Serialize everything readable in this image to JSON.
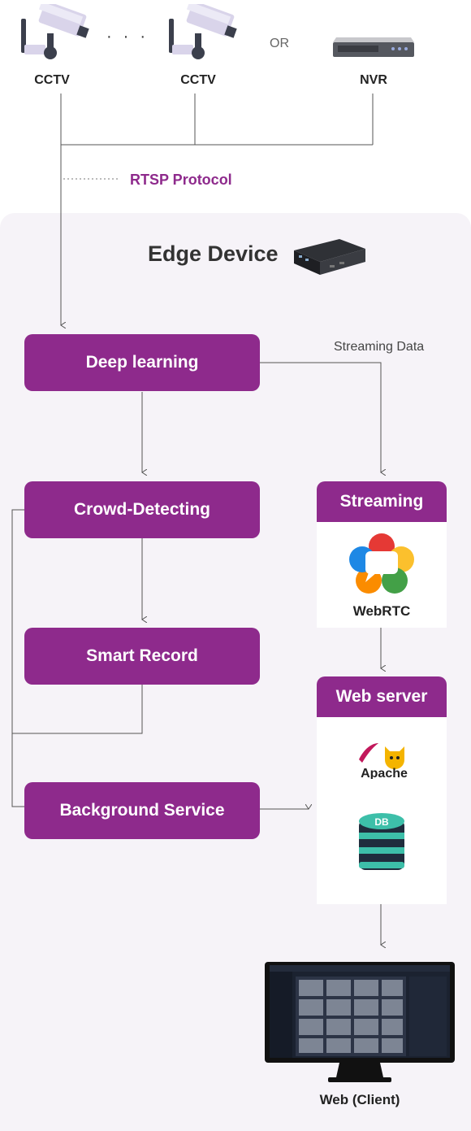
{
  "sources": {
    "cctv_1": "CCTV",
    "cctv_2": "CCTV",
    "or_label": "OR",
    "nvr": "NVR"
  },
  "protocol_label": "RTSP Protocol",
  "edge_device": {
    "title": "Edge Device"
  },
  "streaming_data_label": "Streaming Data",
  "modules": {
    "deep_learning": "Deep learning",
    "crowd_detecting": "Crowd-Detecting",
    "smart_record": "Smart Record",
    "background_service": "Background Service"
  },
  "streaming_card": {
    "title": "Streaming",
    "tech": "WebRTC"
  },
  "webserver_card": {
    "title": "Web server",
    "apache_logo_text": "Apache",
    "db_icon_text": "DB"
  },
  "client_label": "Web (Client)",
  "colors": {
    "accent": "#8e2a8c",
    "panel": "#f6f3f8",
    "line": "#555555"
  }
}
